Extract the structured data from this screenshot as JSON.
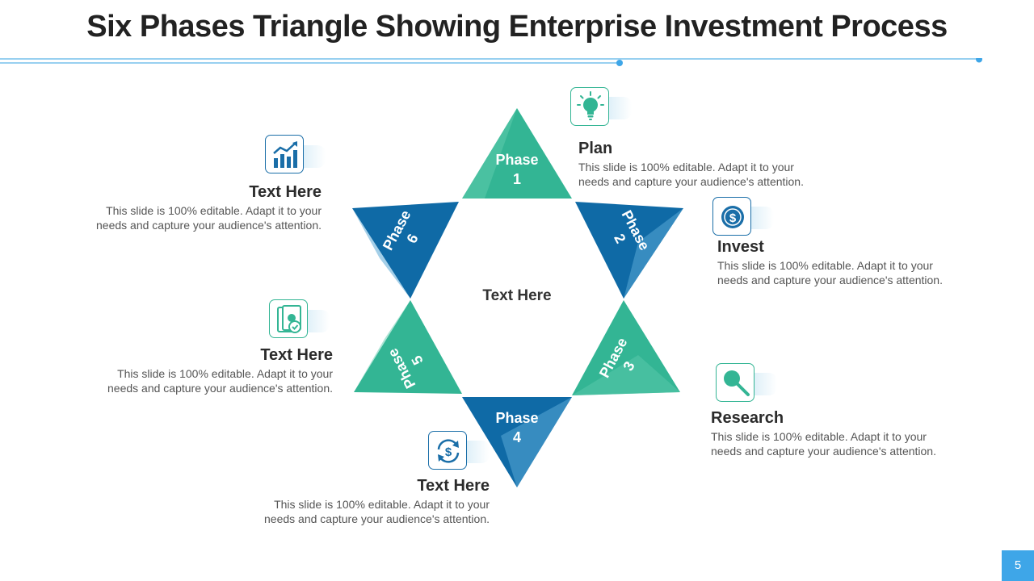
{
  "title": "Six Phases Triangle Showing Enterprise Investment Process",
  "center_label": "Text Here",
  "phases": [
    {
      "word": "Phase",
      "num": "1"
    },
    {
      "word": "Phase",
      "num": "2"
    },
    {
      "word": "Phase",
      "num": "3"
    },
    {
      "word": "Phase",
      "num": "4"
    },
    {
      "word": "Phase",
      "num": "5"
    },
    {
      "word": "Phase",
      "num": "6"
    }
  ],
  "blocks": {
    "plan": {
      "heading": "Plan",
      "text": "This slide is 100% editable. Adapt it to your needs and capture your audience's attention.",
      "icon": "lightbulb-icon"
    },
    "invest": {
      "heading": "Invest",
      "text": "This slide is 100% editable. Adapt it to your needs and capture your audience's attention.",
      "icon": "dollar-coin-icon"
    },
    "research": {
      "heading": "Research",
      "text": "This slide is 100% editable. Adapt it to your needs and capture your audience's attention.",
      "icon": "magnifier-icon"
    },
    "bottom": {
      "heading": "Text Here",
      "text": "This slide is 100% editable. Adapt it to your needs and capture your audience's attention.",
      "icon": "dollar-cycle-icon"
    },
    "left_mid": {
      "heading": "Text Here",
      "text": "This slide is 100% editable. Adapt it to your needs and capture your audience's attention.",
      "icon": "cash-icon"
    },
    "left_top": {
      "heading": "Text Here",
      "text": "This slide is 100% editable. Adapt it to your needs and capture your audience's attention.",
      "icon": "growth-chart-icon"
    }
  },
  "colors": {
    "green": "#33b594",
    "blue": "#0f6aa6",
    "accent": "#3ea6e8"
  },
  "page_number": "5"
}
